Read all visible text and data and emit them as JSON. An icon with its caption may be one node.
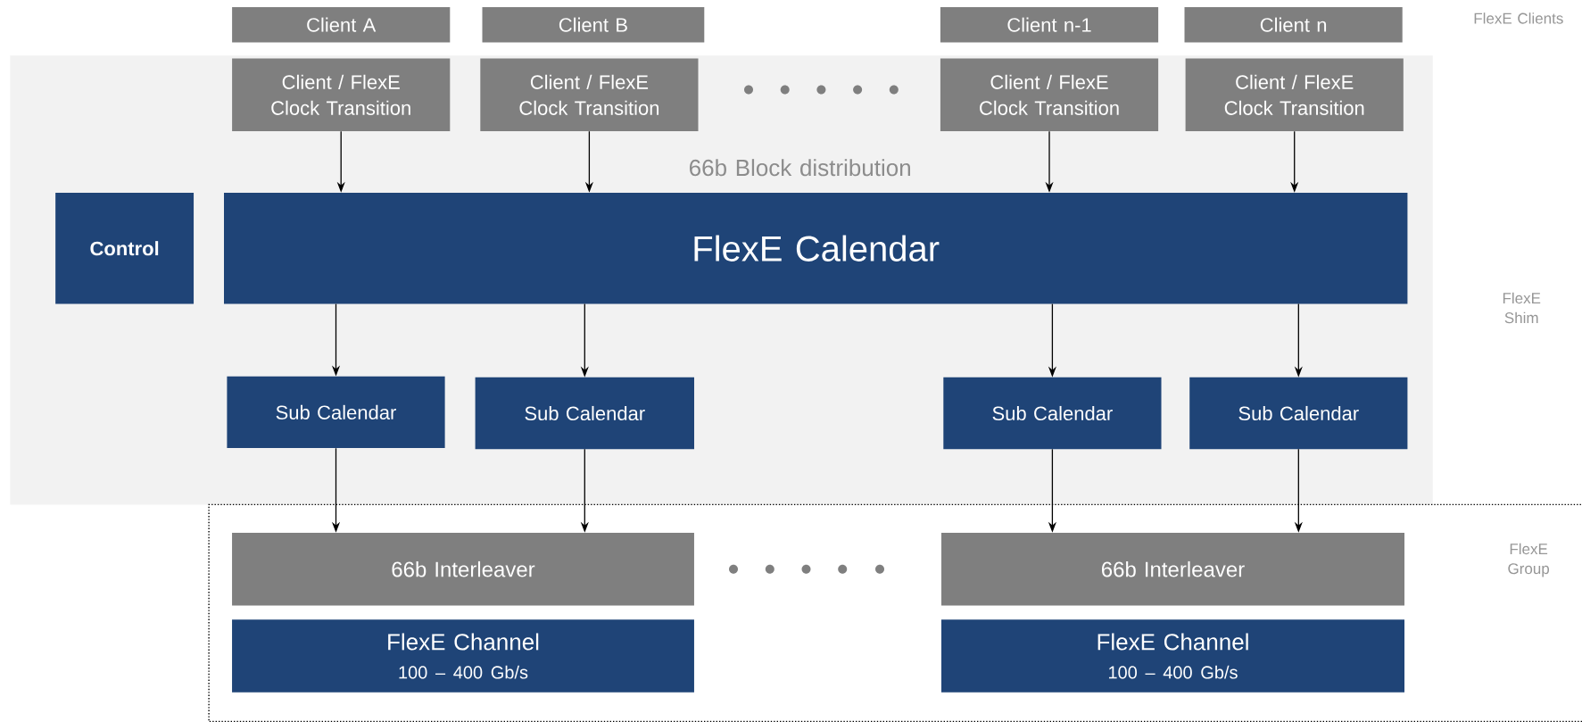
{
  "diagram": {
    "nodes": [
      {
        "text": [
          "Client A"
        ]
      },
      {
        "text": [
          "Client B"
        ]
      },
      {
        "text": [
          "Client n-1"
        ]
      },
      {
        "text": [
          "Client n"
        ]
      },
      {
        "text": [
          "Client / FlexE Clock Transition"
        ]
      },
      {
        "text": [
          "Client / FlexE Clock Transition"
        ]
      },
      {
        "text": [
          "Client / FlexE Clock Transition"
        ]
      },
      {
        "text": [
          "Client / FlexE Clock Transition"
        ]
      },
      {
        "text": [
          "Control"
        ]
      },
      {
        "text": [
          "FlexE Calendar"
        ]
      },
      {
        "text": [
          "Sub Calendar"
        ]
      },
      {
        "text": [
          "Sub Calendar"
        ]
      },
      {
        "text": [
          "Sub Calendar"
        ]
      },
      {
        "text": [
          "Sub Calendar"
        ]
      },
      {
        "text": [
          "66b Interleaver"
        ]
      },
      {
        "text": [
          "66b Interleaver"
        ]
      },
      {
        "text": [
          "FlexE Channel",
          "100 – 400 Gb/s"
        ]
      },
      {
        "text": [
          "FlexE Channel",
          "100 – 400 Gb/s"
        ]
      }
    ],
    "edges": [
      {
        "from": 4,
        "to": 9,
        "arrow": "to"
      },
      {
        "from": 5,
        "to": 9,
        "arrow": "to"
      },
      {
        "from": 6,
        "to": 9,
        "arrow": "to"
      },
      {
        "from": 7,
        "to": 9,
        "arrow": "to"
      },
      {
        "from": 9,
        "to": 10,
        "arrow": "to"
      },
      {
        "from": 9,
        "to": 11,
        "arrow": "to"
      },
      {
        "from": 9,
        "to": 12,
        "arrow": "to"
      },
      {
        "from": 9,
        "to": 13,
        "arrow": "to"
      },
      {
        "from": 10,
        "to": 14,
        "arrow": "to"
      },
      {
        "from": 11,
        "to": 14,
        "arrow": "to"
      },
      {
        "from": 12,
        "to": 15,
        "arrow": "to"
      },
      {
        "from": 13,
        "to": 15,
        "arrow": "to"
      }
    ],
    "labels": [
      "FlexE Clients",
      "66b Block distribution",
      "FlexE Shim",
      "FlexE Group"
    ]
  }
}
